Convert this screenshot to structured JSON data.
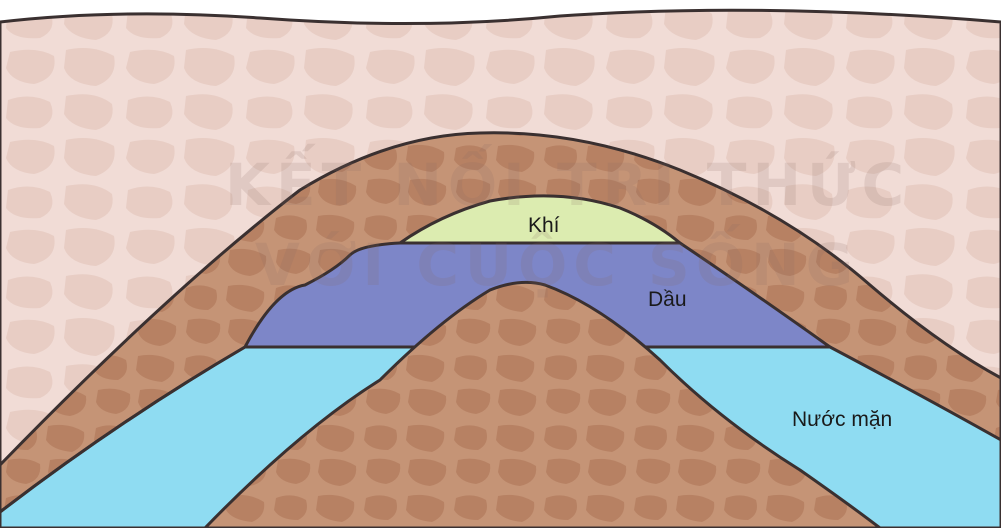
{
  "labels": {
    "gas": "Khí",
    "oil": "Dầu",
    "salt_water": "Nước mặn"
  },
  "watermark": {
    "line1": "KẾT NỐI TRI THỨC",
    "line2": "VỚI CUỘC SỐNG"
  },
  "colors": {
    "surface_rock": "#f1dcd6",
    "surface_rock_pattern": "#e6c8bf",
    "cap_rock": "#c59476",
    "cap_rock_pattern": "#b07d61",
    "gas": "#dcecb0",
    "oil": "#7d86c8",
    "salt_water": "#8fdcf2",
    "outline": "#3a3030"
  }
}
